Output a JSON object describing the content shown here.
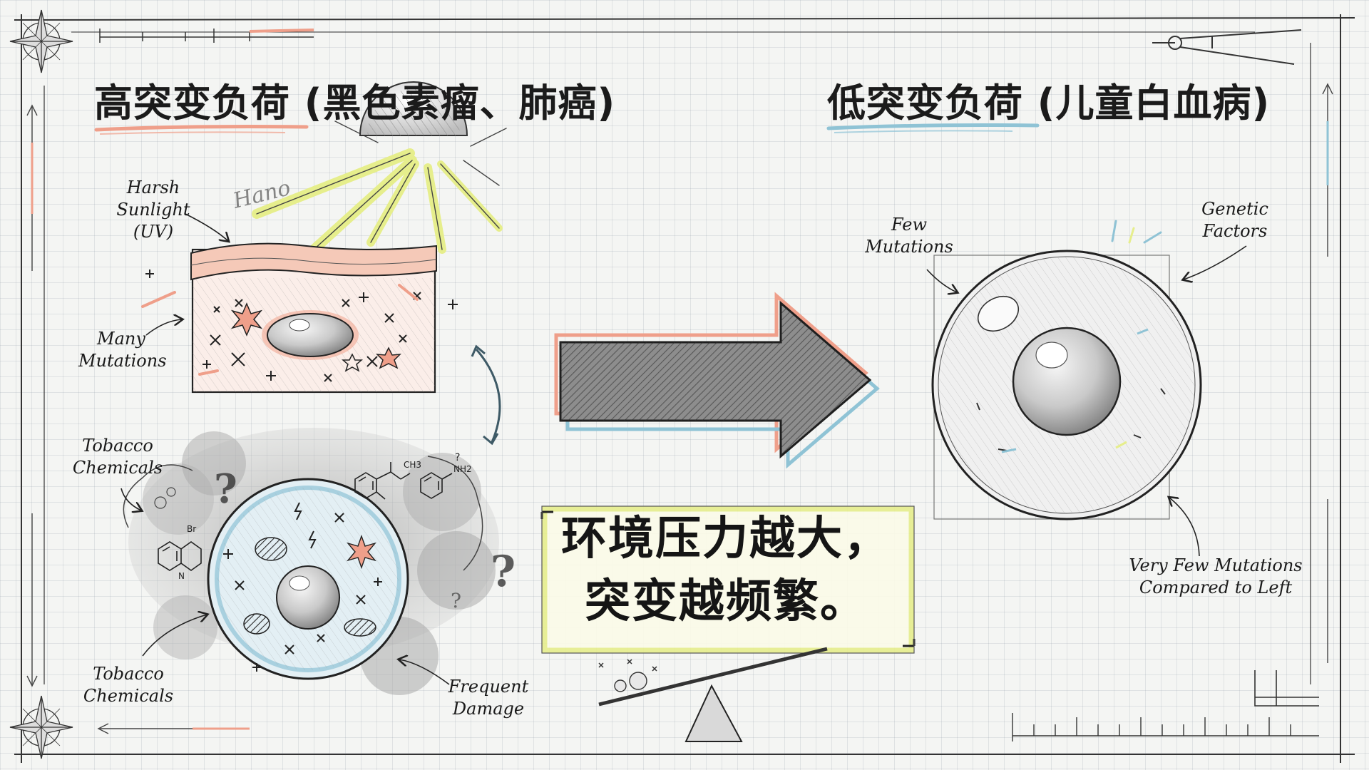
{
  "left_heading": "高突变负荷 (黑色素瘤、肺癌)",
  "right_heading": "低突变负荷 (儿童白血病)",
  "left_labels": {
    "sunlight": "Harsh Sunlight\n(UV)",
    "many_mutations": "Many\nMutations",
    "tobacco_top": "Tobacco\nChemicals",
    "tobacco_bottom": "Tobacco\nChemicals",
    "frequent_damage": "Frequent\nDamage",
    "scribble": "Hano"
  },
  "right_labels": {
    "few_mutations": "Few\nMutations",
    "genetic_factors": "Genetic\nFactors",
    "very_few": "Very Few Mutations\nCompared to Left"
  },
  "molecules": {
    "methyl": "CH3",
    "amine": "NH2",
    "bromo": "Br",
    "nitrogen": "N",
    "question": "?"
  },
  "conclusion": {
    "line1": "环境压力越大，",
    "line2": "突变越频繁。"
  },
  "colors": {
    "salmon": "#ef9f8a",
    "sky": "#8fc3d5",
    "lemon": "#e6ee8c",
    "ink": "#1e1e1e"
  }
}
